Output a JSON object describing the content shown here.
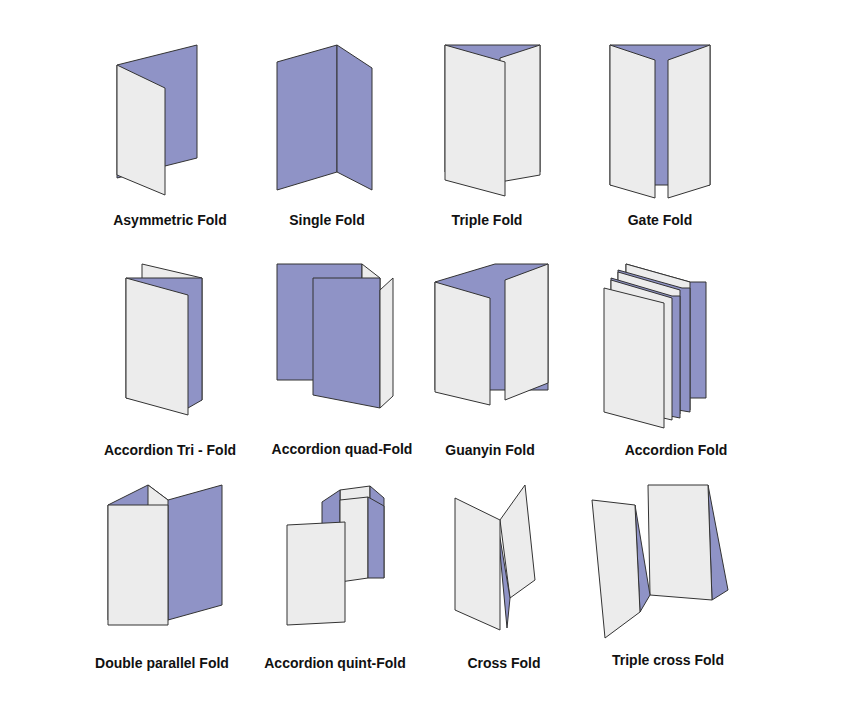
{
  "diagram": {
    "labels": [
      "Asymmetric Fold",
      "Single Fold",
      "Triple Fold",
      "Gate Fold",
      "Accordion Tri - Fold",
      "Accordion quad-Fold",
      "Guanyin Fold",
      "Accordion Fold",
      "Double parallel Fold",
      "Accordion quint-Fold",
      "Cross Fold",
      "Triple cross Fold"
    ]
  }
}
